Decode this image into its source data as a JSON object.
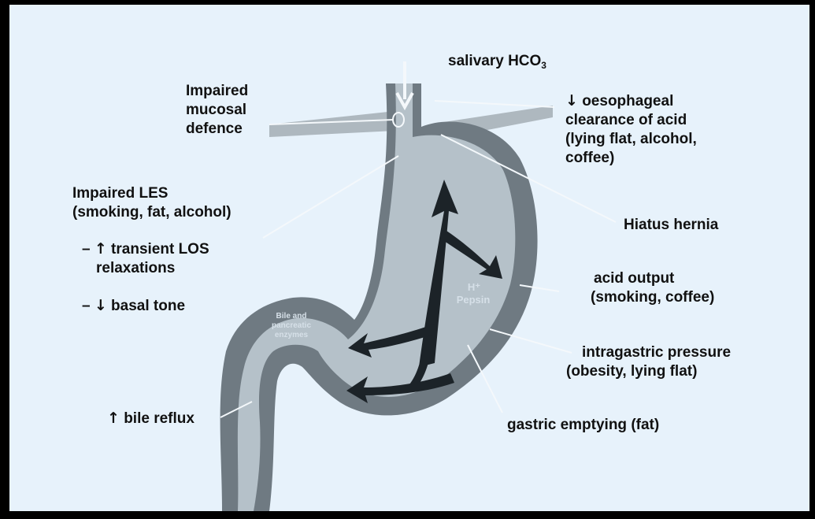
{
  "labels": {
    "salivary": {
      "text": "salivary HCO",
      "sub": "3"
    },
    "mucosal": [
      "Impaired",
      "mucosal",
      "defence"
    ],
    "clearance": {
      "arrow": "↓",
      "lines": [
        "oesophageal",
        "clearance of acid",
        "(lying flat, alcohol,",
        "coffee)"
      ]
    },
    "les": [
      "Impaired LES",
      "(smoking, fat, alcohol)"
    ],
    "transient": {
      "prefix": "– ",
      "arrow": "↑",
      "line1": " transient LOS",
      "line2": "relaxations"
    },
    "basal": {
      "prefix": "– ",
      "arrow": "↓",
      "text": " basal tone"
    },
    "hiatus": "Hiatus hernia",
    "acid": [
      "acid output",
      "(smoking, coffee)"
    ],
    "pressure": [
      "intragastric pressure",
      "(obesity, lying flat)"
    ],
    "emptying": "gastric emptying (fat)",
    "bile": {
      "arrow": "↑",
      "text": " bile reflux"
    }
  },
  "inner": {
    "hplus": "H⁺",
    "pepsin": "Pepsin",
    "bile_enzymes": [
      "Bile and",
      "pancreatic",
      "enzymes"
    ]
  },
  "colors": {
    "background": "#e7f2fb",
    "stomach_outer": "#6f7a82",
    "stomach_inner": "#b5c1c9",
    "flow_arrows": "#1c2328",
    "pointer_lines": "#f4f8fb"
  }
}
